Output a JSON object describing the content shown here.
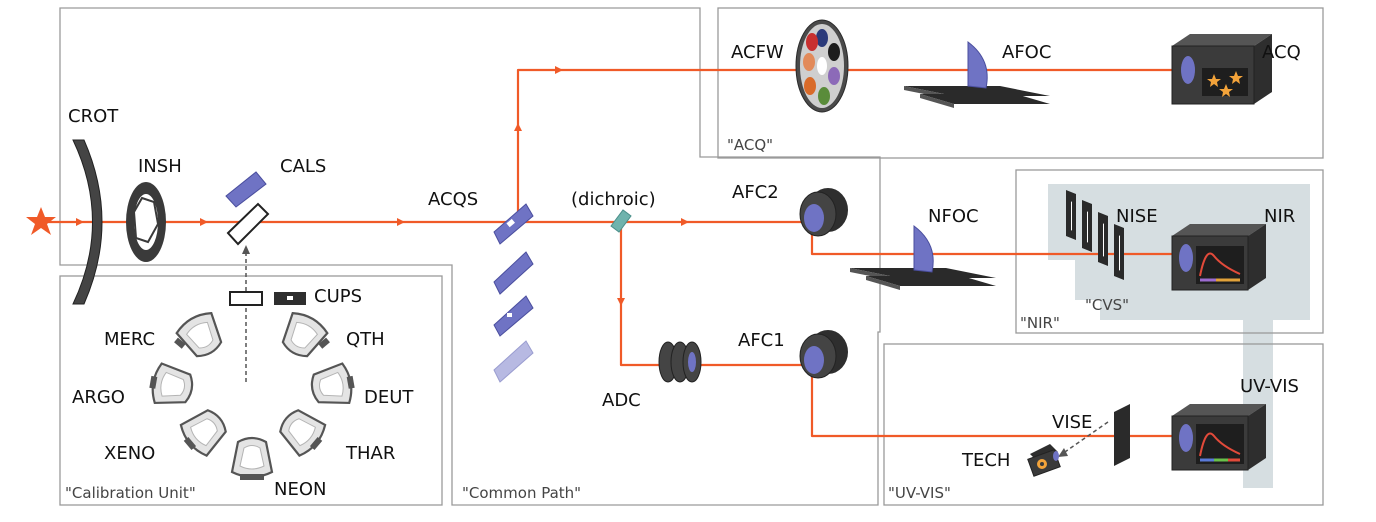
{
  "groups": {
    "acq": "\"ACQ\"",
    "nir": "\"NIR\"",
    "cvs": "\"CVS\"",
    "uvvis": "\"UV-VIS\"",
    "common": "\"Common Path\"",
    "calib": "\"Calibration Unit\""
  },
  "labels": {
    "crot": "CROT",
    "insh": "INSH",
    "cals": "CALS",
    "cups": "CUPS",
    "acqs": "ACQS",
    "dichroic": "(dichroic)",
    "acfw": "ACFW",
    "afoc": "AFOC",
    "acq": "ACQ",
    "afc2": "AFC2",
    "nfoc": "NFOC",
    "nise": "NISE",
    "nir": "NIR",
    "afc1": "AFC1",
    "adc": "ADC",
    "vise": "VISE",
    "tech": "TECH",
    "uvvis": "UV-VIS"
  },
  "lamps": {
    "merc": "MERC",
    "qth": "QTH",
    "argo": "ARGO",
    "deut": "DEUT",
    "xeno": "XENO",
    "thar": "THAR",
    "neon": "NEON"
  },
  "colors": {
    "beam": "#f05a28",
    "optics_blue": "#6f73c4",
    "cvs_shade": "#d6dee1",
    "box_border": "#9a9a9a"
  },
  "icons": {
    "star": "star-icon",
    "lamp": "lamp-icon",
    "camera": "camera-icon",
    "focus_stage": "focus-stage-icon",
    "filter_wheel": "filter-wheel-icon"
  }
}
